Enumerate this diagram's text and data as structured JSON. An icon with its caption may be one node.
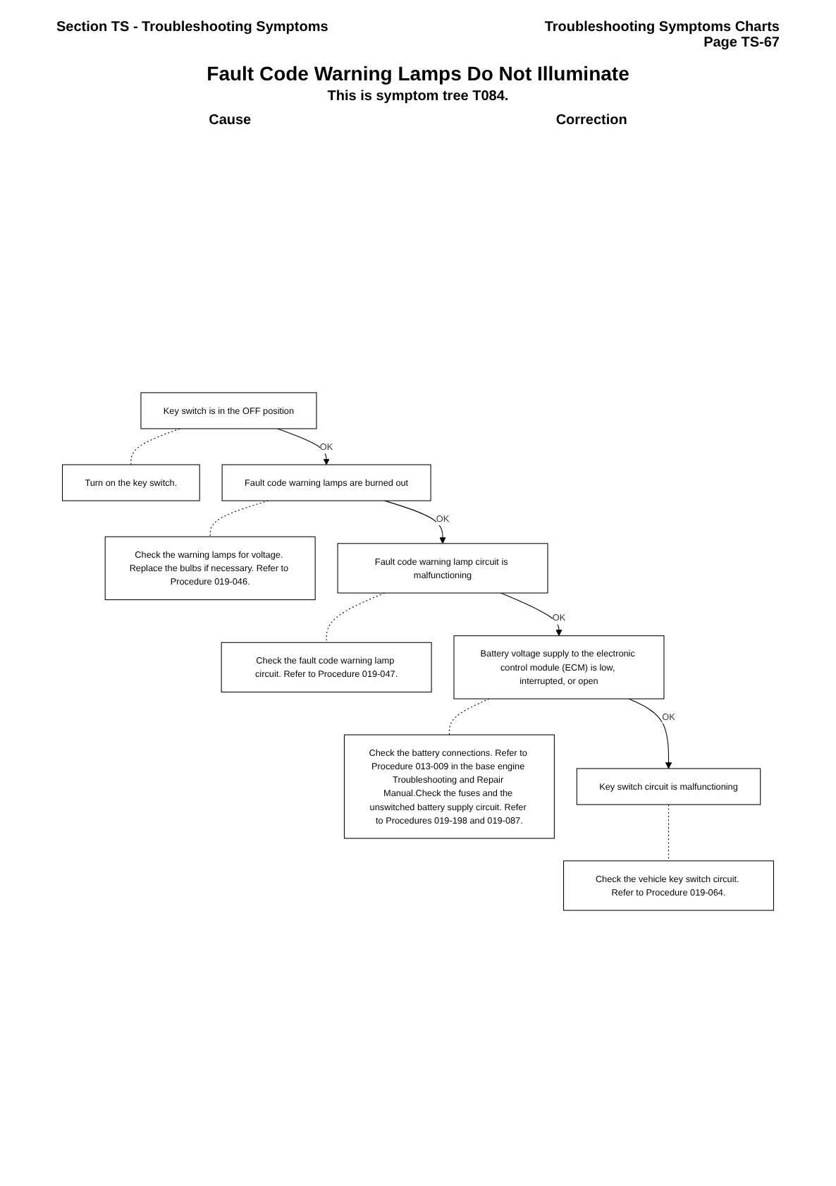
{
  "diagram": {
    "title": "Fault Code Warning Lamps Do Not Illuminate",
    "nodes": [
      {
        "text": [
          "Key switch is in the OFF position"
        ]
      },
      {
        "text": [
          "Turn on the key switch."
        ]
      },
      {
        "text": [
          "Fault code warning lamps are burned out"
        ]
      },
      {
        "text": [
          "Check the warning lamps for voltage. Replace the bulbs if necessary. Refer to Procedure 019-046."
        ]
      },
      {
        "text": [
          "Fault code warning lamp circuit is malfunctioning"
        ]
      },
      {
        "text": [
          "Check the fault code warning lamp circuit. Refer to Procedure 019-047."
        ]
      },
      {
        "text": [
          "Battery voltage supply to the electronic control module (ECM) is low, interrupted, or open"
        ]
      },
      {
        "text": [
          "Check the battery connections. Refer to Procedure 013-009 in the base engine Troubleshooting and Repair Manual.Check the fuses and the unswitched battery supply circuit. Refer to Procedures 019-198 and 019-087."
        ]
      },
      {
        "text": [
          "Key switch circuit is malfunctioning"
        ]
      },
      {
        "text": [
          "Check the vehicle key switch circuit. Refer to Procedure 019-064."
        ]
      }
    ],
    "edges": [
      {
        "from": 0,
        "to": 1,
        "arrow": "none",
        "style": "dashed"
      },
      {
        "from": 0,
        "to": 2,
        "arrow": "to",
        "label": "OK"
      },
      {
        "from": 2,
        "to": 3,
        "arrow": "none",
        "style": "dashed"
      },
      {
        "from": 2,
        "to": 4,
        "arrow": "to",
        "label": "OK"
      },
      {
        "from": 4,
        "to": 5,
        "arrow": "none",
        "style": "dashed"
      },
      {
        "from": 4,
        "to": 6,
        "arrow": "to",
        "label": "OK"
      },
      {
        "from": 6,
        "to": 7,
        "arrow": "none",
        "style": "dashed"
      },
      {
        "from": 6,
        "to": 8,
        "arrow": "to",
        "label": "OK"
      },
      {
        "from": 8,
        "to": 9,
        "arrow": "none",
        "style": "dashed"
      }
    ],
    "labels": [
      "Section TS - Troubleshooting Symptoms",
      "Troubleshooting Symptoms Charts",
      "Page TS-67",
      "This is symptom tree T084.",
      "Cause",
      "Correction"
    ]
  }
}
